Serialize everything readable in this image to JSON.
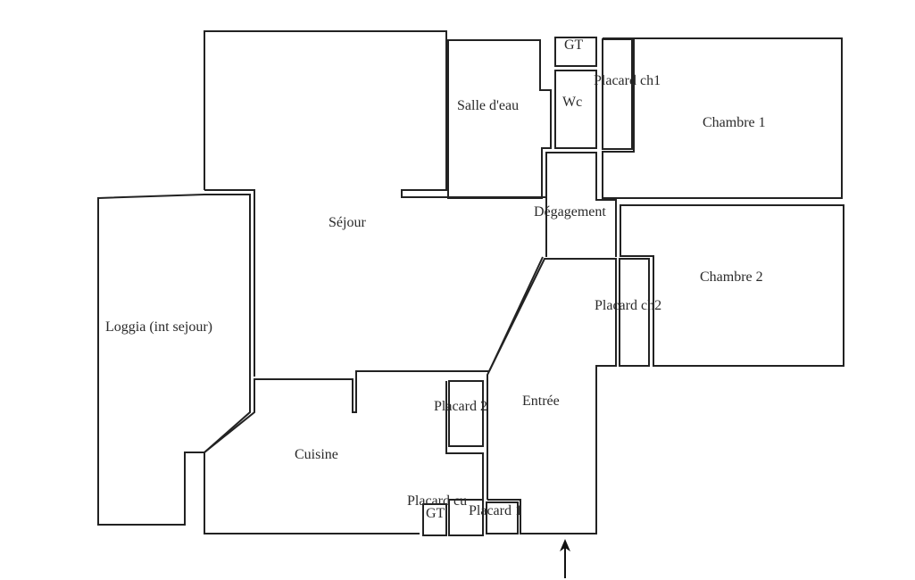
{
  "rooms": {
    "sejour": "Séjour",
    "loggia": "Loggia (int sejour)",
    "cuisine": "Cuisine",
    "salle_deau": "Salle d'eau",
    "wc": "Wc",
    "gt_top": "GT",
    "placard_ch1": "Placard ch1",
    "chambre1": "Chambre 1",
    "degagement": "Dégagement",
    "chambre2": "Chambre 2",
    "placard_ch2": "Placard ch2",
    "entree": "Entrée",
    "placard2": "Placard 2",
    "placard_cu": "Placard cu",
    "gt_bottom": "GT",
    "placard1": "Placard 1"
  },
  "colors": {
    "wall": "#222222",
    "text": "#2a2a2a"
  }
}
